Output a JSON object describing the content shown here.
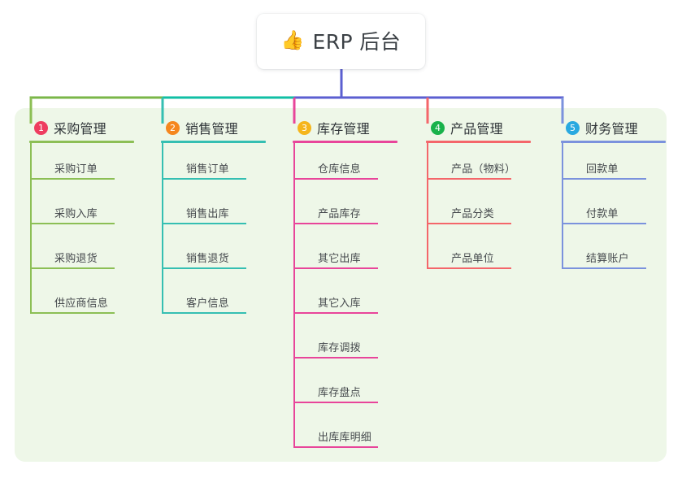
{
  "root": {
    "icon": "thumbs-up-icon",
    "icon_glyph": "👍",
    "title": "ERP 后台"
  },
  "panel": {
    "background_color": "#eef7e8"
  },
  "trunk_color": "#5b5fd1",
  "bus_segments": [
    {
      "from": "采购管理",
      "to": "销售管理",
      "color": "#7ab648"
    },
    {
      "from": "销售管理",
      "to": "库存管理",
      "color": "#10bfa4"
    },
    {
      "from": "库存管理",
      "to": "财务管理",
      "color": "#5b5fd1"
    }
  ],
  "columns": [
    {
      "number": "1",
      "title": "采购管理",
      "badge_color": "#ee3d60",
      "line_color": "#8cbf55",
      "items": [
        {
          "label": "采购订单"
        },
        {
          "label": "采购入库"
        },
        {
          "label": "采购退货"
        },
        {
          "label": "供应商信息"
        }
      ]
    },
    {
      "number": "2",
      "title": "销售管理",
      "badge_color": "#f5871f",
      "line_color": "#35bfb2",
      "items": [
        {
          "label": "销售订单"
        },
        {
          "label": "销售出库"
        },
        {
          "label": "销售退货"
        },
        {
          "label": "客户信息"
        }
      ]
    },
    {
      "number": "3",
      "title": "库存管理",
      "badge_color": "#f5b51c",
      "line_color": "#e8459a",
      "items": [
        {
          "label": "仓库信息"
        },
        {
          "label": "产品库存"
        },
        {
          "label": "其它出库"
        },
        {
          "label": "其它入库"
        },
        {
          "label": "库存调拨"
        },
        {
          "label": "库存盘点"
        },
        {
          "label": "出库库明细"
        }
      ]
    },
    {
      "number": "4",
      "title": "产品管理",
      "badge_color": "#19b24b",
      "line_color": "#f4666a",
      "items": [
        {
          "label": "产品（物料）"
        },
        {
          "label": "产品分类"
        },
        {
          "label": "产品单位"
        }
      ]
    },
    {
      "number": "5",
      "title": "财务管理",
      "badge_color": "#29a9e0",
      "line_color": "#7b92dd",
      "items": [
        {
          "label": "回款单"
        },
        {
          "label": "付款单"
        },
        {
          "label": "结算账户"
        }
      ]
    }
  ]
}
